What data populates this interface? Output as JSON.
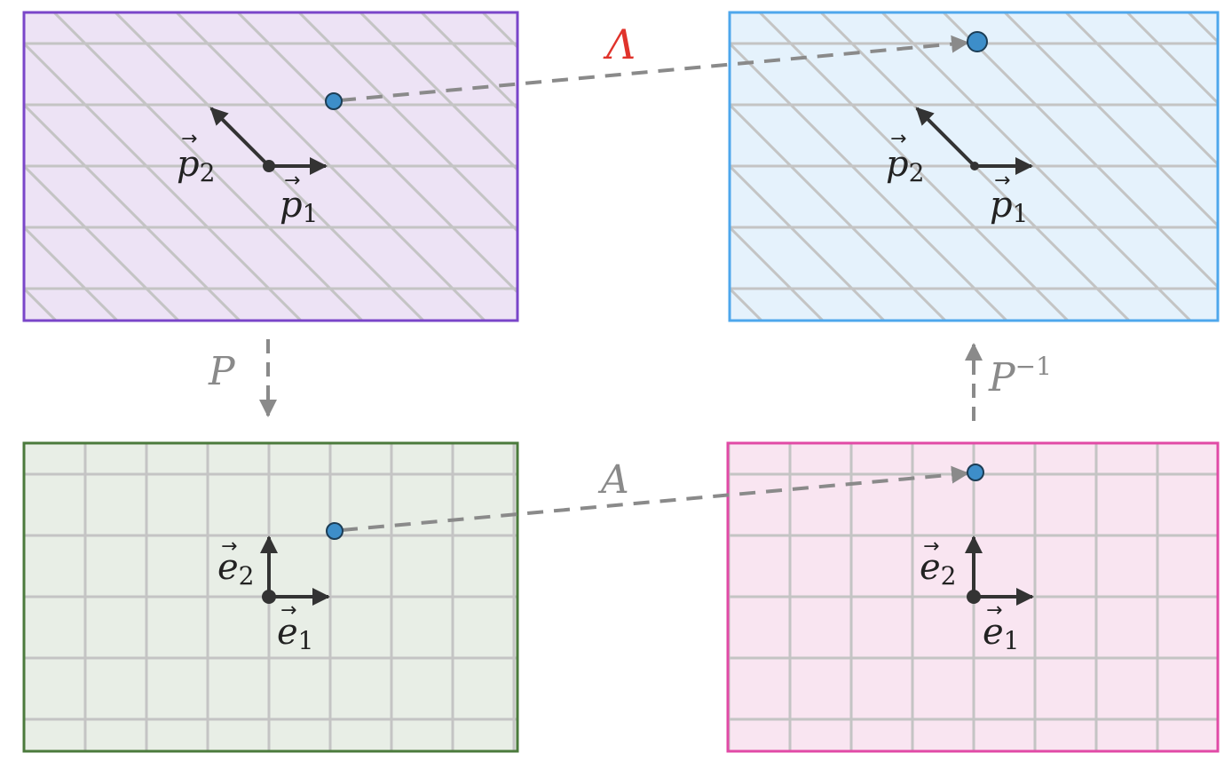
{
  "panels": [
    {
      "id": "top-left",
      "kind": "skew",
      "fill": "#ede3f5",
      "stroke": "#7a46c9"
    },
    {
      "id": "top-right",
      "kind": "skew",
      "fill": "#e5f2fc",
      "stroke": "#4ea7ec"
    },
    {
      "id": "bottom-left",
      "kind": "square",
      "fill": "#e8eee6",
      "stroke": "#4b7a3c"
    },
    {
      "id": "bottom-right",
      "kind": "square",
      "fill": "#f9e5f1",
      "stroke": "#e14aa6"
    }
  ],
  "vectors": {
    "p1": {
      "base": "p",
      "sub": "1"
    },
    "p2": {
      "base": "p",
      "sub": "2"
    },
    "e1": {
      "base": "e",
      "sub": "1"
    },
    "e2": {
      "base": "e",
      "sub": "2"
    }
  },
  "maps": {
    "lambda": {
      "label": "Λ",
      "color": "#e0332b"
    },
    "P": {
      "label": "P",
      "color": "#8a8a8a"
    },
    "P_inv": {
      "base": "P",
      "sup": "−1",
      "color": "#8a8a8a"
    },
    "A": {
      "label": "A",
      "color": "#8a8a8a"
    }
  },
  "colors": {
    "point": "#3d8ec9",
    "vector": "#333333",
    "grid": "#c4c4c4",
    "arrow": "#8a8a8a"
  }
}
